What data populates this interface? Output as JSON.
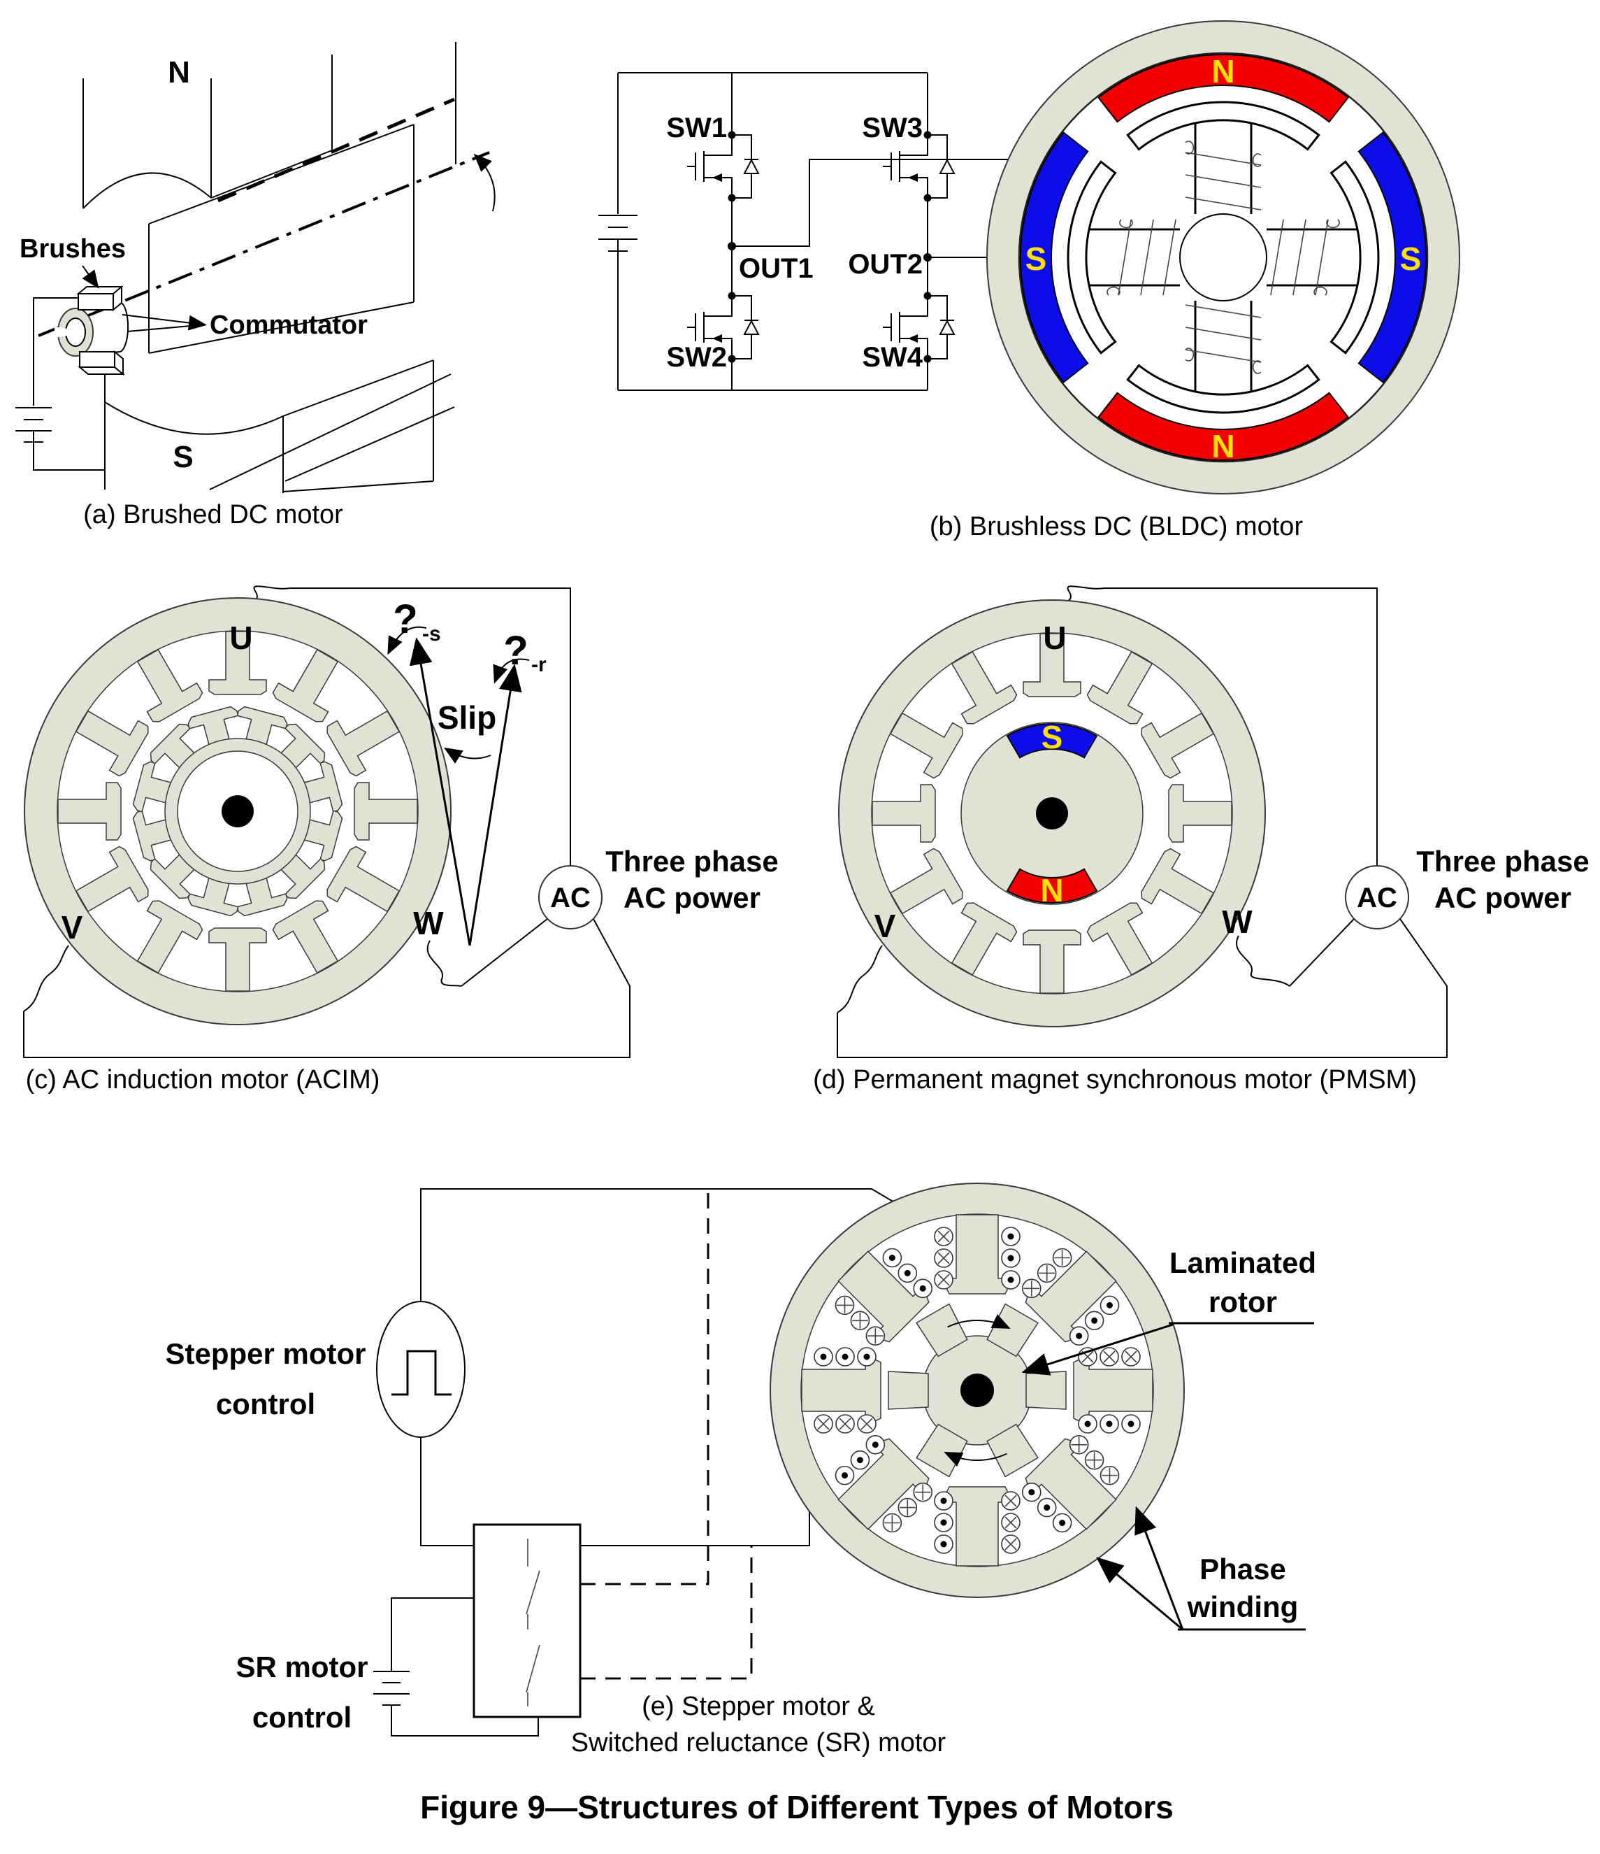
{
  "figure_title": "Figure 9—Structures of Different Types of Motors",
  "colors": {
    "steel_lamination": "#e0e3d3",
    "magnet_north_red": "#f20000",
    "magnet_south_blue": "#0d0de8",
    "magnet_letter_yellow": "#ffe000",
    "line_black": "#000000"
  },
  "panel_a": {
    "caption": "(a) Brushed DC motor",
    "north_pole": "N",
    "south_pole": "S",
    "brushes_label": "Brushes",
    "commutator_label": "Commutator"
  },
  "panel_b": {
    "caption": "(b) Brushless DC (BLDC) motor",
    "sw1": "SW1",
    "sw2": "SW2",
    "sw3": "SW3",
    "sw4": "SW4",
    "out1": "OUT1",
    "out2": "OUT2",
    "magnet_top": "N",
    "magnet_bottom": "N",
    "magnet_left": "S",
    "magnet_right": "S"
  },
  "panel_c": {
    "caption": "(c) AC induction motor (ACIM)",
    "phase_u": "U",
    "phase_v": "V",
    "phase_w": "W",
    "slip": "Slip",
    "omega_s": "?",
    "omega_s_sub": "-s",
    "omega_r": "?",
    "omega_r_sub": "-r",
    "ac": "AC",
    "power_line1": "Three phase",
    "power_line2": "AC power"
  },
  "panel_d": {
    "caption": "(d) Permanent magnet synchronous motor  (PMSM)",
    "phase_u": "U",
    "phase_v": "V",
    "phase_w": "W",
    "rotor_south": "S",
    "rotor_north": "N",
    "ac": "AC",
    "power_line1": "Three phase",
    "power_line2": "AC power"
  },
  "panel_e": {
    "caption_line1": "(e) Stepper motor &",
    "caption_line2": "Switched reluctance (SR) motor",
    "stepper_line1": "Stepper motor",
    "stepper_line2": "control",
    "sr_line1": "SR motor",
    "sr_line2": "control",
    "laminated_line1": "Laminated",
    "laminated_line2": "rotor",
    "phase_line1": "Phase",
    "phase_line2": "winding"
  }
}
